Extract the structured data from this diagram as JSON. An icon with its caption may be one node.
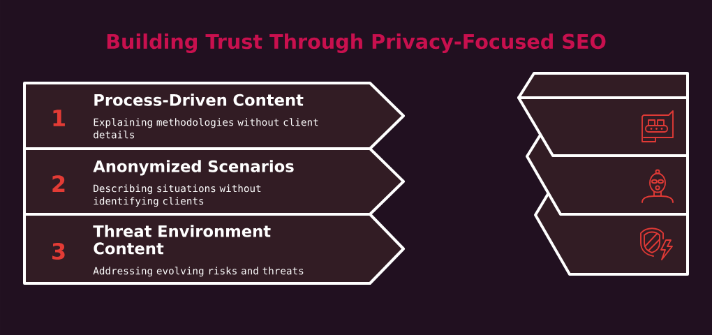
{
  "diagram": {
    "title": "Building Trust Through Privacy-Focused SEO",
    "nodes": [
      {
        "text": [
          "1",
          "Process-Driven Content",
          "Explaining methodologies without client details"
        ]
      },
      {
        "text": [
          "2",
          "Anonymized Scenarios",
          "Describing situations without identifying clients"
        ]
      },
      {
        "text": [
          "3",
          "Threat Environment Content",
          "Addressing evolving risks and threats"
        ]
      }
    ]
  }
}
